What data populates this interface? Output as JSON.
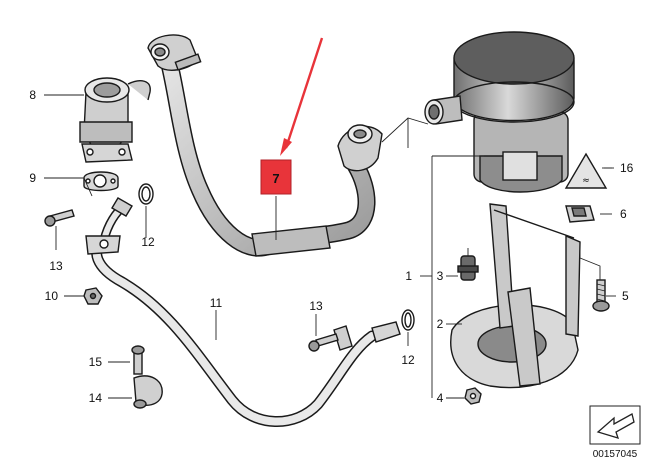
{
  "diagram": {
    "highlighted_part": "7",
    "highlight_color": "#e8343a",
    "arrow_color": "#e8343a",
    "callouts": {
      "p1": "1",
      "p2": "2",
      "p3": "3",
      "p4": "4",
      "p5": "5",
      "p6": "6",
      "p7": "7",
      "p8": "8",
      "p9": "9",
      "p10": "10",
      "p11": "11",
      "p12a": "12",
      "p12b": "12",
      "p13a": "13",
      "p13b": "13",
      "p14": "14",
      "p15": "15",
      "p16": "16"
    },
    "document_number": "00157045"
  }
}
